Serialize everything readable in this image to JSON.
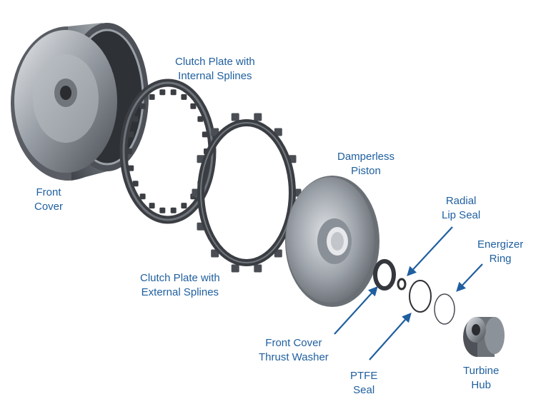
{
  "labels": {
    "front_cover": [
      "Front",
      "Cover"
    ],
    "clutch_internal": [
      "Clutch Plate with",
      "Internal Splines"
    ],
    "clutch_external": [
      "Clutch Plate with",
      "External Splines"
    ],
    "damperless_piston": [
      "Damperless",
      "Piston"
    ],
    "radial_lip_seal": [
      "Radial",
      "Lip Seal"
    ],
    "energizer_ring": [
      "Energizer",
      "Ring"
    ],
    "front_cover_thrust_washer": [
      "Front Cover",
      "Thrust Washer"
    ],
    "ptfe_seal": [
      "PTFE",
      "Seal"
    ],
    "turbine_hub": [
      "Turbine",
      "Hub"
    ]
  },
  "colors": {
    "label_text": "#1f5f9f",
    "arrow": "#1f5f9f",
    "metal_dark": "#3a3d42",
    "metal_mid": "#8a8f96",
    "metal_light": "#d8dbdf"
  }
}
